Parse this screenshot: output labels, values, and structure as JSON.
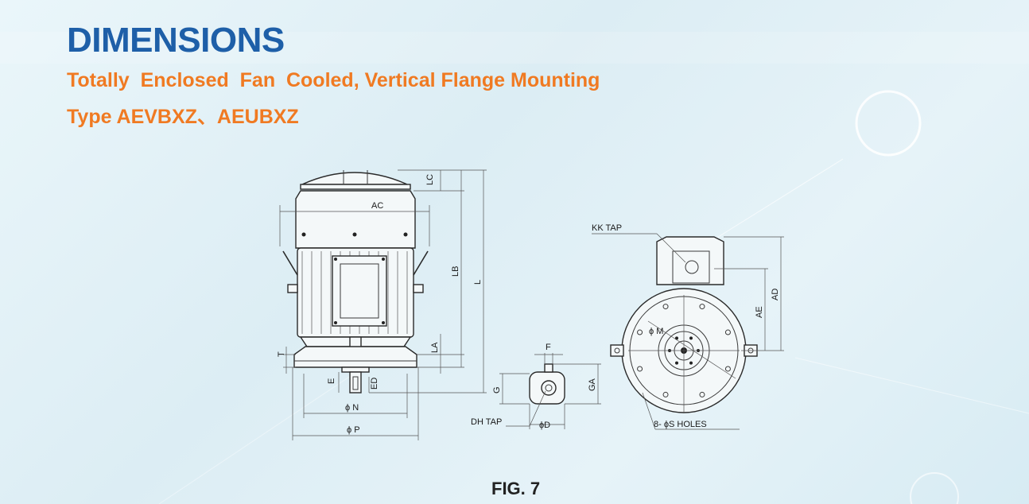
{
  "header": {
    "title": "DIMENSIONS",
    "subtitle_line1": "Totally  Enclosed  Fan  Cooled, Vertical Flange Mounting",
    "subtitle_line2": "Type AEVBXZ、AEUBXZ"
  },
  "figure": {
    "caption": "FIG. 7"
  },
  "labels": {
    "side_view": {
      "ac": "AC",
      "lc": "LC",
      "lb": "LB",
      "l": "L",
      "la": "LA",
      "t": "T",
      "e": "E",
      "ed": "ED",
      "n": "ϕ N",
      "p": "ϕ P"
    },
    "shaft_view": {
      "f": "F",
      "g": "G",
      "ga": "GA",
      "d": "ϕD",
      "dh_tap": "DH TAP"
    },
    "front_view": {
      "kk_tap": "KK TAP",
      "ad": "AD",
      "ae": "AE",
      "m": "ϕ M",
      "s_holes": "8- ϕS HOLES"
    }
  },
  "colors": {
    "title": "#1e5fa8",
    "subtitle": "#f07a22",
    "line": "#2a2a2a"
  }
}
